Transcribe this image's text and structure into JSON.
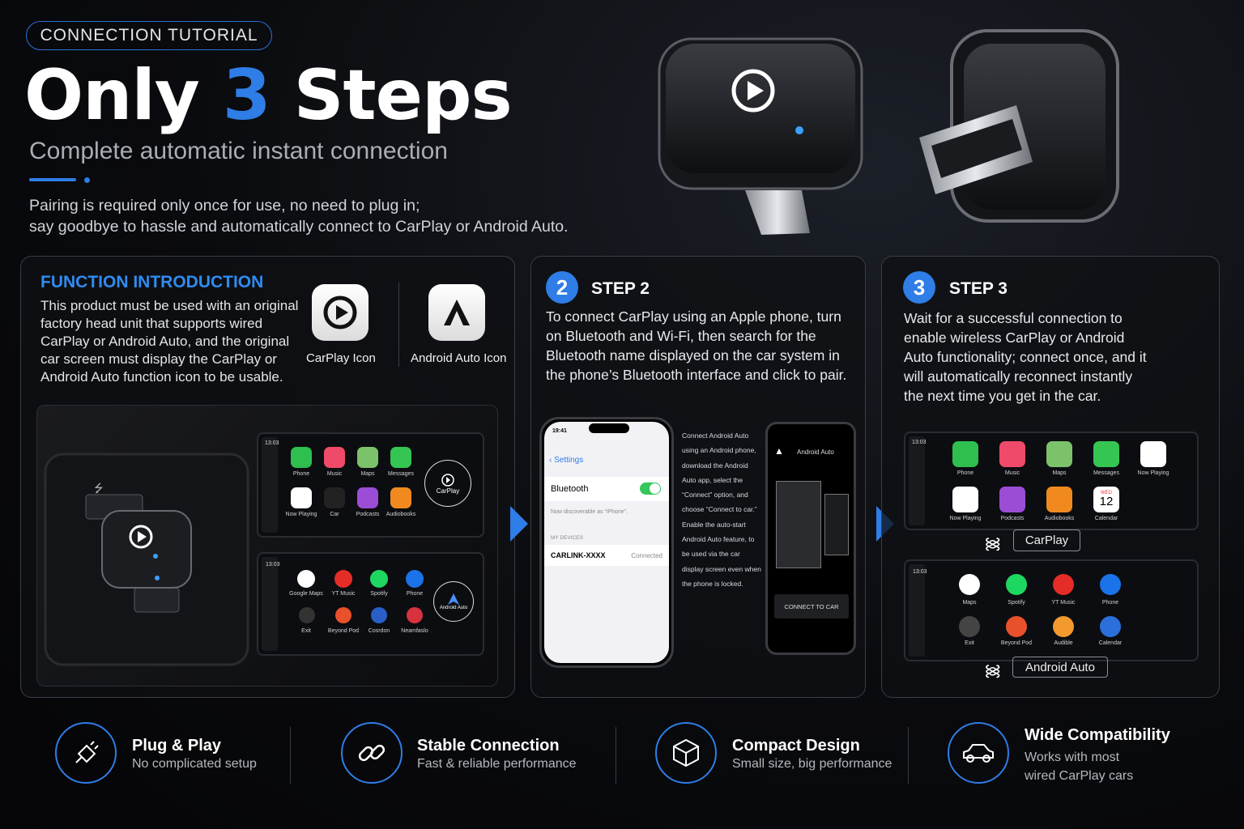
{
  "header": {
    "tag": "CONNECTION TUTORIAL",
    "title_1": "Only ",
    "title_num": "3",
    "title_2": " Steps",
    "subtitle": "Complete automatic instant connection",
    "desc_line1": "Pairing is required only once for use, no need to plug in;",
    "desc_line2": "say goodbye to hassle and automatically connect to CarPlay or Android Auto."
  },
  "function_intro": {
    "title": "FUNCTION INTRODUCTION",
    "text": "This product must be used with an original factory head unit that supports wired CarPlay or Android Auto, and the original car screen must display the CarPlay or Android Auto function icon to be usable.",
    "carplay_label": "CarPlay Icon",
    "android_label": "Android Auto Icon"
  },
  "carplay_screen": {
    "time": "13:03",
    "apps_row1": [
      "Phone",
      "Music",
      "Maps",
      "Messages"
    ],
    "apps_row2": [
      "Now Playing",
      "Car",
      "Podcasts",
      "Audiobooks"
    ],
    "badge": "CarPlay"
  },
  "android_screen": {
    "time": "13:03",
    "apps_row1": [
      "Google Maps",
      "YT Music",
      "Spotify",
      "Phone"
    ],
    "apps_row2": [
      "Exit",
      "Beyond Pod",
      "Cosrdon",
      "Neamfaslo"
    ],
    "badge": "Android Auto"
  },
  "step2": {
    "num": "2",
    "title": "STEP 2",
    "text": "To connect CarPlay using an Apple phone, turn on Bluetooth and Wi-Fi, then search for the Bluetooth name displayed on the car system in the phone’s Bluetooth interface and click to pair.",
    "iphone": {
      "time": "19:41",
      "back": "Settings",
      "bluetooth": "Bluetooth",
      "discoverable": "Now discoverable as “iPhone”.",
      "my_devices": "MY DEVICES",
      "device": "CARLINK-XXXX",
      "status": "Connected"
    },
    "android_note": "Connect Android Auto using an Android phone, download the Android Auto app, select the “Connect” option, and choose “Connect to car.” Enable the auto-start Android Auto feature, to be used via the car display screen even when the phone is locked.",
    "android_phone": {
      "app_title": "Android Auto",
      "button": "CONNECT TO CAR"
    }
  },
  "step3": {
    "num": "3",
    "title": "STEP 3",
    "text": "Wait for a successful connection to enable wireless CarPlay or Android Auto functionality; connect once, and it will automatically reconnect instantly the next time you get in the car.",
    "carplay_screen": {
      "time": "13:03",
      "apps_row1": [
        "Phone",
        "Music",
        "Maps",
        "Messages",
        "Now Playing"
      ],
      "apps_row2": [
        "Now Playing",
        "Podcasts",
        "Audiobooks",
        "Calendar"
      ],
      "cal_day": "WED",
      "cal_num": "12",
      "label": "CarPlay"
    },
    "android_screen": {
      "time": "13:03",
      "apps_row1": [
        "Maps",
        "Spotify",
        "YT Music",
        "Phone"
      ],
      "apps_row2": [
        "Exit",
        "Beyond Pod",
        "Audible",
        "Calendar"
      ],
      "label": "Android Auto"
    }
  },
  "features": [
    {
      "title": "Plug & Play",
      "sub": "No complicated setup",
      "icon": "plug-icon"
    },
    {
      "title": "Stable Connection",
      "sub": "Fast & reliable performance",
      "icon": "link-icon"
    },
    {
      "title": "Compact Design",
      "sub": "Small size, big performance",
      "icon": "cube-icon"
    },
    {
      "title": "Wide Compatibility",
      "sub": "Works with most wired CarPlay cars",
      "sub1": "Works with most",
      "sub2": "wired CarPlay cars",
      "icon": "car-icon"
    }
  ],
  "colors": {
    "accent": "#2f7de6",
    "background": "#0a0b0e"
  }
}
